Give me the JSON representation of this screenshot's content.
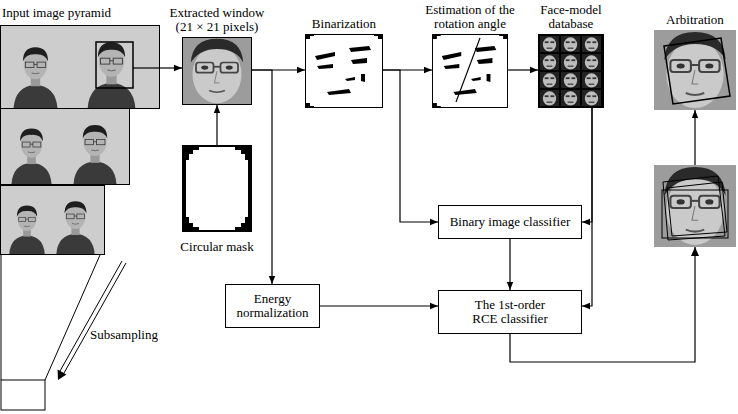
{
  "diagram": {
    "nodes": [
      {
        "text": [
          "Input image pyramid"
        ]
      },
      {
        "text": [
          "Extracted window (21 × 21 pixels)"
        ]
      },
      {
        "text": [
          "Circular mask"
        ]
      },
      {
        "text": [
          "Binarization"
        ]
      },
      {
        "text": [
          "Estimation of the rotation angle"
        ]
      },
      {
        "text": [
          "Face-model database"
        ]
      },
      {
        "text": [
          "Arbitration"
        ]
      },
      {
        "text": [
          "Energy normalization"
        ]
      },
      {
        "text": [
          "Binary image classifier"
        ]
      },
      {
        "text": [
          "The 1st-order RCE classifier"
        ]
      }
    ],
    "edges": [
      {
        "from": 0,
        "to": 1,
        "arrow": "to"
      },
      {
        "from": 2,
        "to": 1,
        "arrow": "to"
      },
      {
        "from": 1,
        "to": 3,
        "arrow": "to"
      },
      {
        "from": 1,
        "to": 7,
        "arrow": "to"
      },
      {
        "from": 3,
        "to": 4,
        "arrow": "to"
      },
      {
        "from": 3,
        "to": 8,
        "arrow": "to"
      },
      {
        "from": 4,
        "to": 5,
        "arrow": "to"
      },
      {
        "from": 5,
        "to": 8,
        "arrow": "to"
      },
      {
        "from": 5,
        "to": 9,
        "arrow": "to"
      },
      {
        "from": 7,
        "to": 9,
        "arrow": "to"
      },
      {
        "from": 8,
        "to": 9,
        "arrow": "to"
      },
      {
        "from": 9,
        "to": 6,
        "arrow": "to"
      }
    ],
    "labels": [
      "Subsampling"
    ]
  }
}
